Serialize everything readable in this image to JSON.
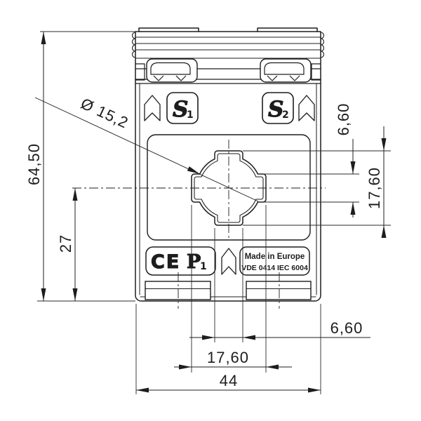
{
  "drawing_type": "technical-dimension-drawing",
  "colors": {
    "ink": "#1d1d1d",
    "paper": "#ffffff"
  },
  "dims": {
    "total_height": "64,50",
    "center_height": "27",
    "aperture_diameter": "Ø 15,2",
    "slot_width_right": "6,60",
    "opening_height_right": "17,60",
    "slot_width_bottom": "6,60",
    "opening_width_bottom": "17,60",
    "total_width": "44"
  },
  "device": {
    "terminal_s1": {
      "letter": "S",
      "sub": "1"
    },
    "terminal_s2": {
      "letter": "S",
      "sub": "2"
    },
    "ce_mark": "CE",
    "p1": {
      "letter": "P",
      "sub": "1"
    },
    "origin_label": "Made in Europe",
    "standard_label": "VDE 0414 IEC 6004"
  }
}
